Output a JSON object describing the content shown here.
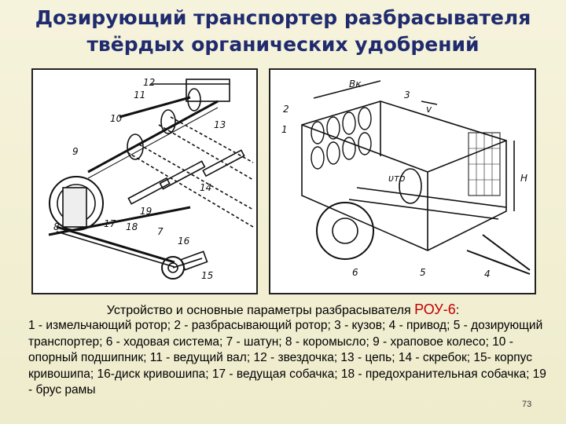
{
  "slide": {
    "title": "Дозирующий транспортер разбрасывателя\nтвёрдых органических удобрений",
    "caption_prefix": "Устройство и основные параметры разбрасывателя ",
    "caption_model": "РОУ-6",
    "caption_suffix": ":",
    "legend": "1 - измельчающий ротор; 2 - разбрасывающий ротор; 3 - кузов; 4 - привод; 5 - дозирующий транспортер; 6 - ходовая система; 7 - шатун; 8 - коромысло; 9 - храповое колесо; 10 - опорный подшипник; 11 - ведущий вал; 12 - звездочка; 13 - цепь; 14 - скребок; 15- корпус кривошипа; 16-диск кривошипа; 17 - ведущая собачка; 18 - предохранительная собачка; 19 - брус рамы",
    "page_number": "73"
  },
  "left_figure": {
    "labels": [
      "12",
      "11",
      "10",
      "13",
      "9",
      "14",
      "19",
      "8",
      "17",
      "18",
      "7",
      "16",
      "15"
    ]
  },
  "right_figure": {
    "labels": [
      "Bк",
      "3",
      "v",
      "2",
      "1",
      "H",
      "υтр",
      "6",
      "5",
      "4"
    ]
  }
}
